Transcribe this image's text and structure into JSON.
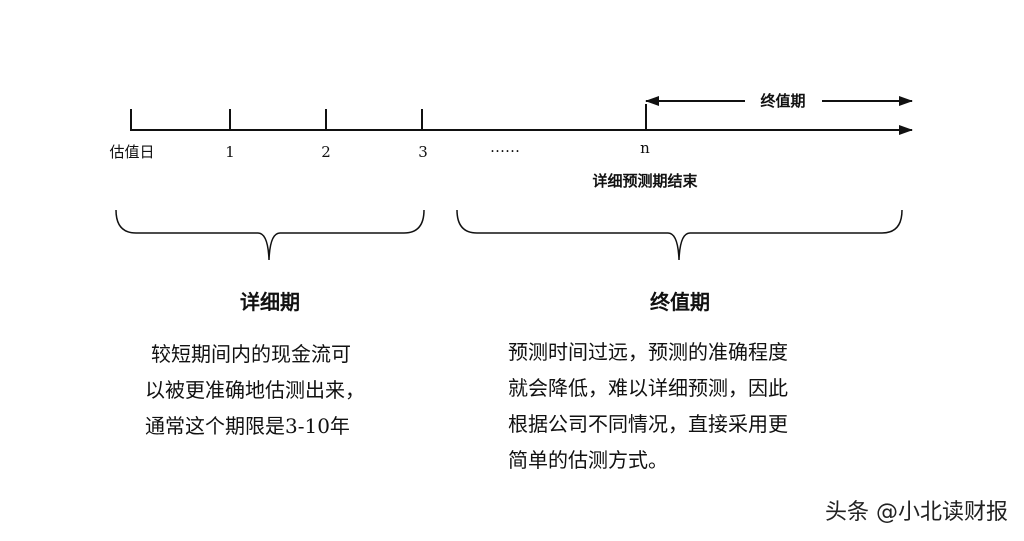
{
  "timeline": {
    "ticks": [
      "估值日",
      "1",
      "2",
      "3",
      "……",
      "n"
    ],
    "end_label": "详细预测期结束",
    "terminal_label": "终值期"
  },
  "left_section": {
    "title": "详细期",
    "lines": [
      "较短期间内的现金流可",
      "以被更准确地估测出来，",
      "通常这个期限是3-10年"
    ]
  },
  "right_section": {
    "title": "终值期",
    "lines": [
      "预测时间过远，预测的准确程度",
      "就会降低，难以详细预测，因此",
      "根据公司不同情况，直接采用更",
      "简单的估测方式。"
    ]
  },
  "watermark": "头条 @小北读财报"
}
